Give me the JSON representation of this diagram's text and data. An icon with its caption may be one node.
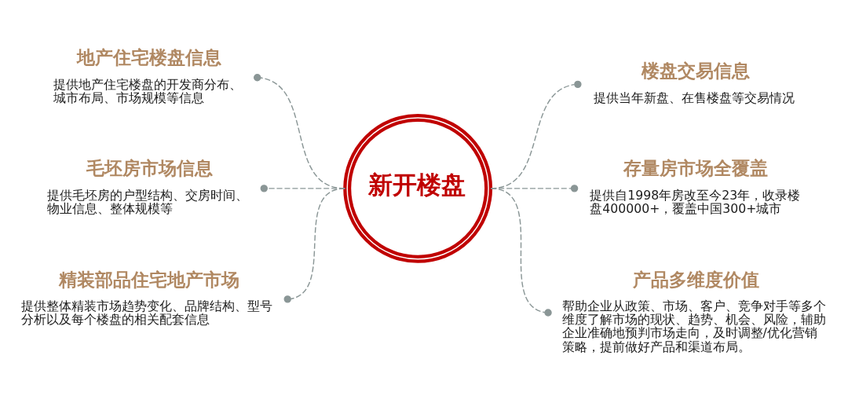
{
  "diagram": {
    "nodes": [
      {
        "text": [
          "新开楼盘"
        ]
      },
      {
        "text": [
          "地产住宅楼盘信息",
          "提供地产住宅楼盘的开发商分布、城市布局、市场规模等信息"
        ]
      },
      {
        "text": [
          "楼盘交易信息",
          "提供当年新盘、在售楼盘等交易情况"
        ]
      },
      {
        "text": [
          "毛坯房市场信息",
          "提供毛坯房的户型结构、交房时间、物业信息、整体规模等"
        ]
      },
      {
        "text": [
          "存量房市场全覆盖",
          "提供自1998年房改至今23年，收录楼盘400000+，覆盖中国300+城市"
        ]
      },
      {
        "text": [
          "精装部品住宅地产市场",
          "提供整体精装市场趋势变化、品牌结构、型号分析以及每个楼盘的相关配套信息"
        ]
      },
      {
        "text": [
          "产品多维度价值",
          "帮助企业从政策、市场、客户、竞争对手等多个维度了解市场的现状、趋势、机会、风险，辅助企业准确地预判市场走向，及时调整/优化营销策略，提前做好产品和渠道布局。"
        ]
      }
    ],
    "edges": [
      {
        "from": 0,
        "to": 1,
        "arrow": "other",
        "style": "dashed"
      },
      {
        "from": 0,
        "to": 2,
        "arrow": "other",
        "style": "dashed"
      },
      {
        "from": 0,
        "to": 3,
        "arrow": "other",
        "style": "dashed"
      },
      {
        "from": 0,
        "to": 4,
        "arrow": "other",
        "style": "dashed"
      },
      {
        "from": 0,
        "to": 5,
        "arrow": "other",
        "style": "dashed"
      },
      {
        "from": 0,
        "to": 6,
        "arrow": "other",
        "style": "dashed"
      }
    ]
  }
}
